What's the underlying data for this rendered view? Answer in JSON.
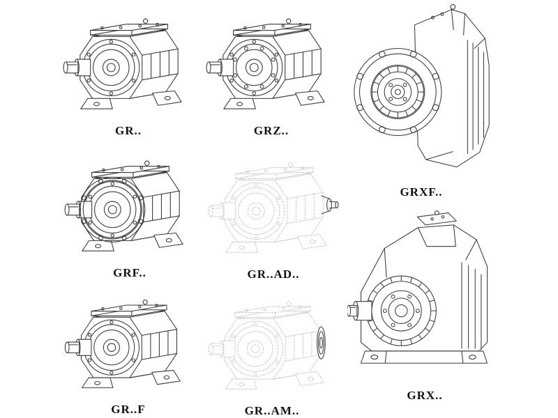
{
  "figure": {
    "background": "#ffffff",
    "colors": {
      "line": "#3a3a3a",
      "phantom_line": "#c7c7c7",
      "label": "#111111"
    },
    "items": [
      {
        "key": "gr",
        "label": "GR..",
        "style": "solid"
      },
      {
        "key": "grz",
        "label": "GRZ..",
        "style": "solid"
      },
      {
        "key": "grxf",
        "label": "GRXF..",
        "style": "solid"
      },
      {
        "key": "grf",
        "label": "GRF..",
        "style": "solid"
      },
      {
        "key": "gr_ad",
        "label": "GR..AD..",
        "style": "phantom"
      },
      {
        "key": "grx",
        "label": "GRX..",
        "style": "solid"
      },
      {
        "key": "gr_f",
        "label": "GR..F",
        "style": "solid"
      },
      {
        "key": "gr_am",
        "label": "GR..AM..",
        "style": "phantom"
      }
    ]
  }
}
